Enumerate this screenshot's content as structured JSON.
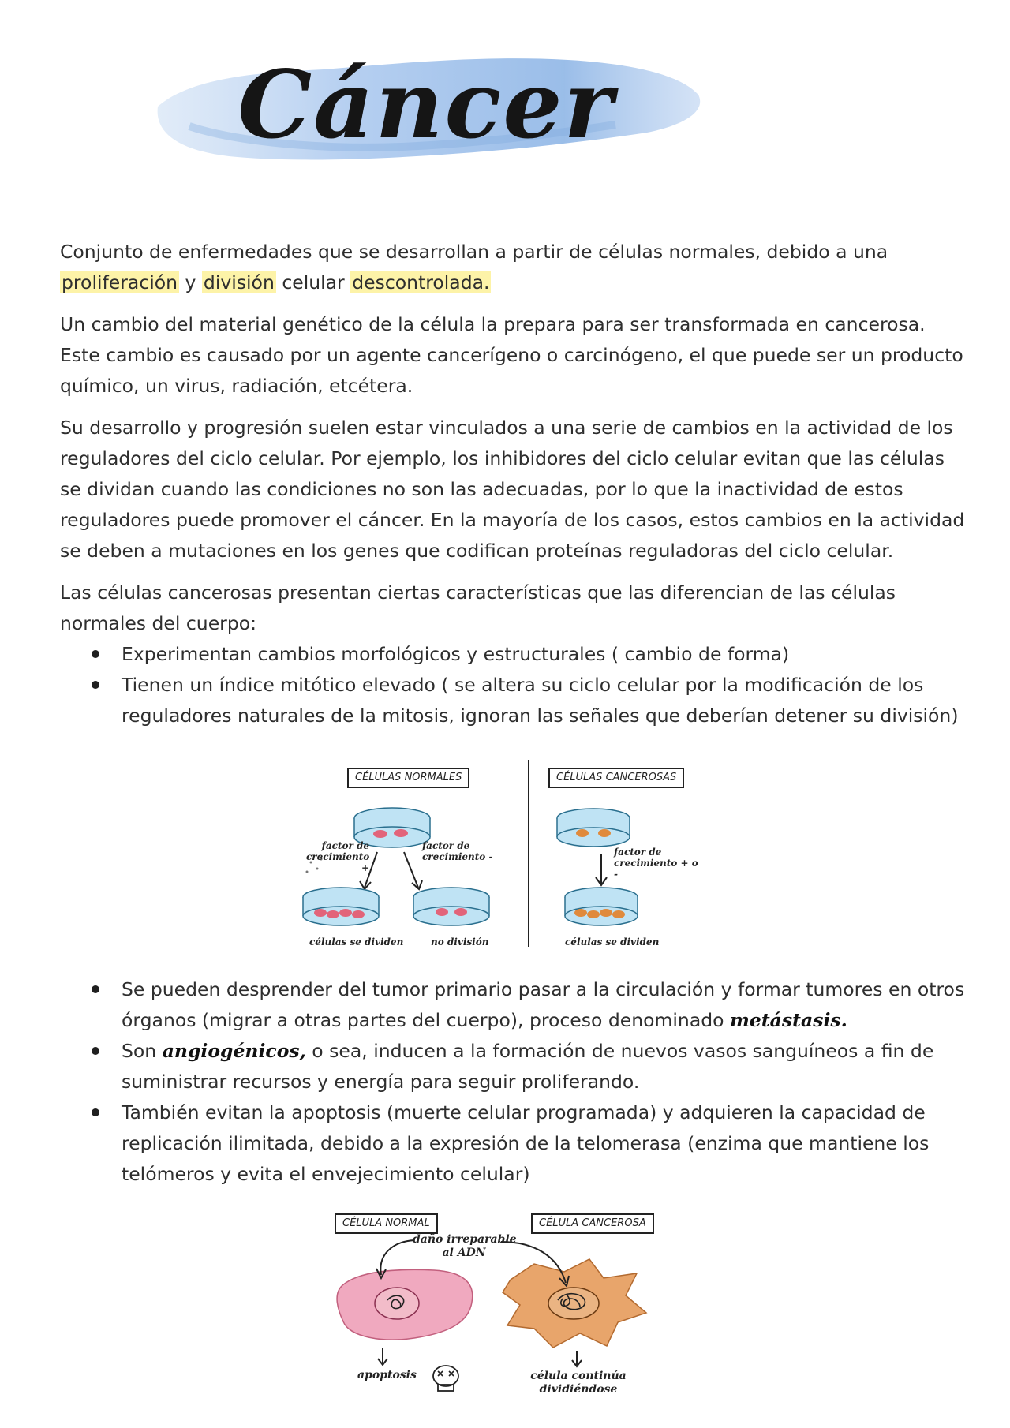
{
  "title": "Cáncer",
  "paragraphs": {
    "p1_a": "Conjunto de enfermedades que se desarrollan a partir de células normales, debido a una",
    "p1_hl1": "proliferación",
    "p1_b": "y",
    "p1_hl2": "división",
    "p1_c": "celular",
    "p1_hl3": "descontrolada.",
    "p2": "Un cambio del material genético de la célula la prepara para ser transformada en cancerosa. Este cambio  es causado por un agente cancerígeno o carcinógeno, el que puede ser un producto químico, un virus, radiación, etcétera.",
    "p3": "Su desarrollo y progresión suelen estar vinculados a una serie de cambios en la actividad de los reguladores del ciclo celular. Por ejemplo, los inhibidores del ciclo celular evitan que las células se dividan cuando las condiciones no son las adecuadas, por lo que la inactividad de estos reguladores puede promover el cáncer. En la mayoría de los casos, estos cambios en la actividad se deben a mutaciones en los genes que codifican proteínas reguladoras del ciclo celular.",
    "p4": "Las células cancerosas presentan ciertas características que las diferencian de las células normales del cuerpo:"
  },
  "bullets_1": [
    "Experimentan cambios morfológicos y estructurales ( cambio de forma)",
    "Tienen un índice mitótico elevado ( se altera su ciclo celular por la modificación de los reguladores naturales de la mitosis, ignoran las señales que deberían detener su división)"
  ],
  "figure1": {
    "label_normal": "CÉLULAS NORMALES",
    "label_cancer": "CÉLULAS CANCEROSAS",
    "factor_plus": "factor de crecimiento +",
    "factor_minus": "factor de crecimiento -",
    "factor_either": "factor de crecimiento + o -",
    "cap_divide_1": "células se dividen",
    "cap_no_division": "no división",
    "cap_divide_2": "células se dividen"
  },
  "bullets_2": {
    "b1_text": "Se pueden desprender del tumor primario pasar a la circulación y formar tumores en otros órganos (migrar a otras partes del cuerpo), proceso denominado",
    "b1_em": "metástasis.",
    "b2_pre": "Son",
    "b2_em": "angiogénicos,",
    "b2_text": " o sea, inducen a la formación de nuevos vasos sanguíneos a fin de suministrar recursos y energía para seguir proliferando.",
    "b3_text": "También evitan la apoptosis (muerte celular programada) y adquieren la capacidad de replicación ilimitada, debido a la expresión de la telomerasa (enzima que mantiene los telómeros y evita el envejecimiento celular)"
  },
  "figure2": {
    "label_normal": "CÉLULA NORMAL",
    "label_cancer": "CÉLULA CANCEROSA",
    "damage": "daño irreparable al ADN",
    "damage_line1": "daño irreparable",
    "damage_line2": "al ADN",
    "cap_apoptosis": "apoptosis",
    "cap_continue_line1": "célula continúa",
    "cap_continue_line2": "dividiéndose"
  },
  "colors": {
    "highlight": "#fdf3a8",
    "title_wash": "#9cc0ea",
    "dish": "#bfe3f4",
    "cell_normal": "#f0a9bf",
    "cell_cancer": "#e8a56b"
  }
}
